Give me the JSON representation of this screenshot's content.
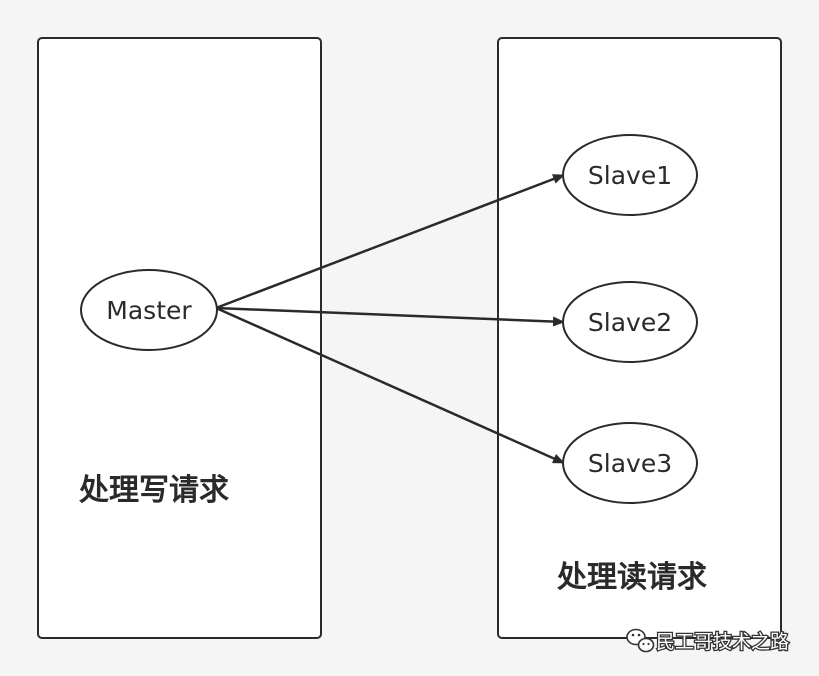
{
  "diagram": {
    "groups": [
      {
        "id": "write",
        "label": "处理写请求"
      },
      {
        "id": "read",
        "label": "处理读请求"
      }
    ],
    "nodes": [
      {
        "id": "master",
        "label": "Master"
      },
      {
        "id": "slave1",
        "label": "Slave1"
      },
      {
        "id": "slave2",
        "label": "Slave2"
      },
      {
        "id": "slave3",
        "label": "Slave3"
      }
    ],
    "edges": [
      {
        "from": "master",
        "to": "slave1"
      },
      {
        "from": "master",
        "to": "slave2"
      },
      {
        "from": "master",
        "to": "slave3"
      }
    ]
  },
  "watermark": {
    "text": "民工哥技术之路",
    "icon": "wechat-icon"
  },
  "colors": {
    "background": "#f5f5f5",
    "stroke": "#2a2a2a",
    "fill": "#ffffff"
  }
}
